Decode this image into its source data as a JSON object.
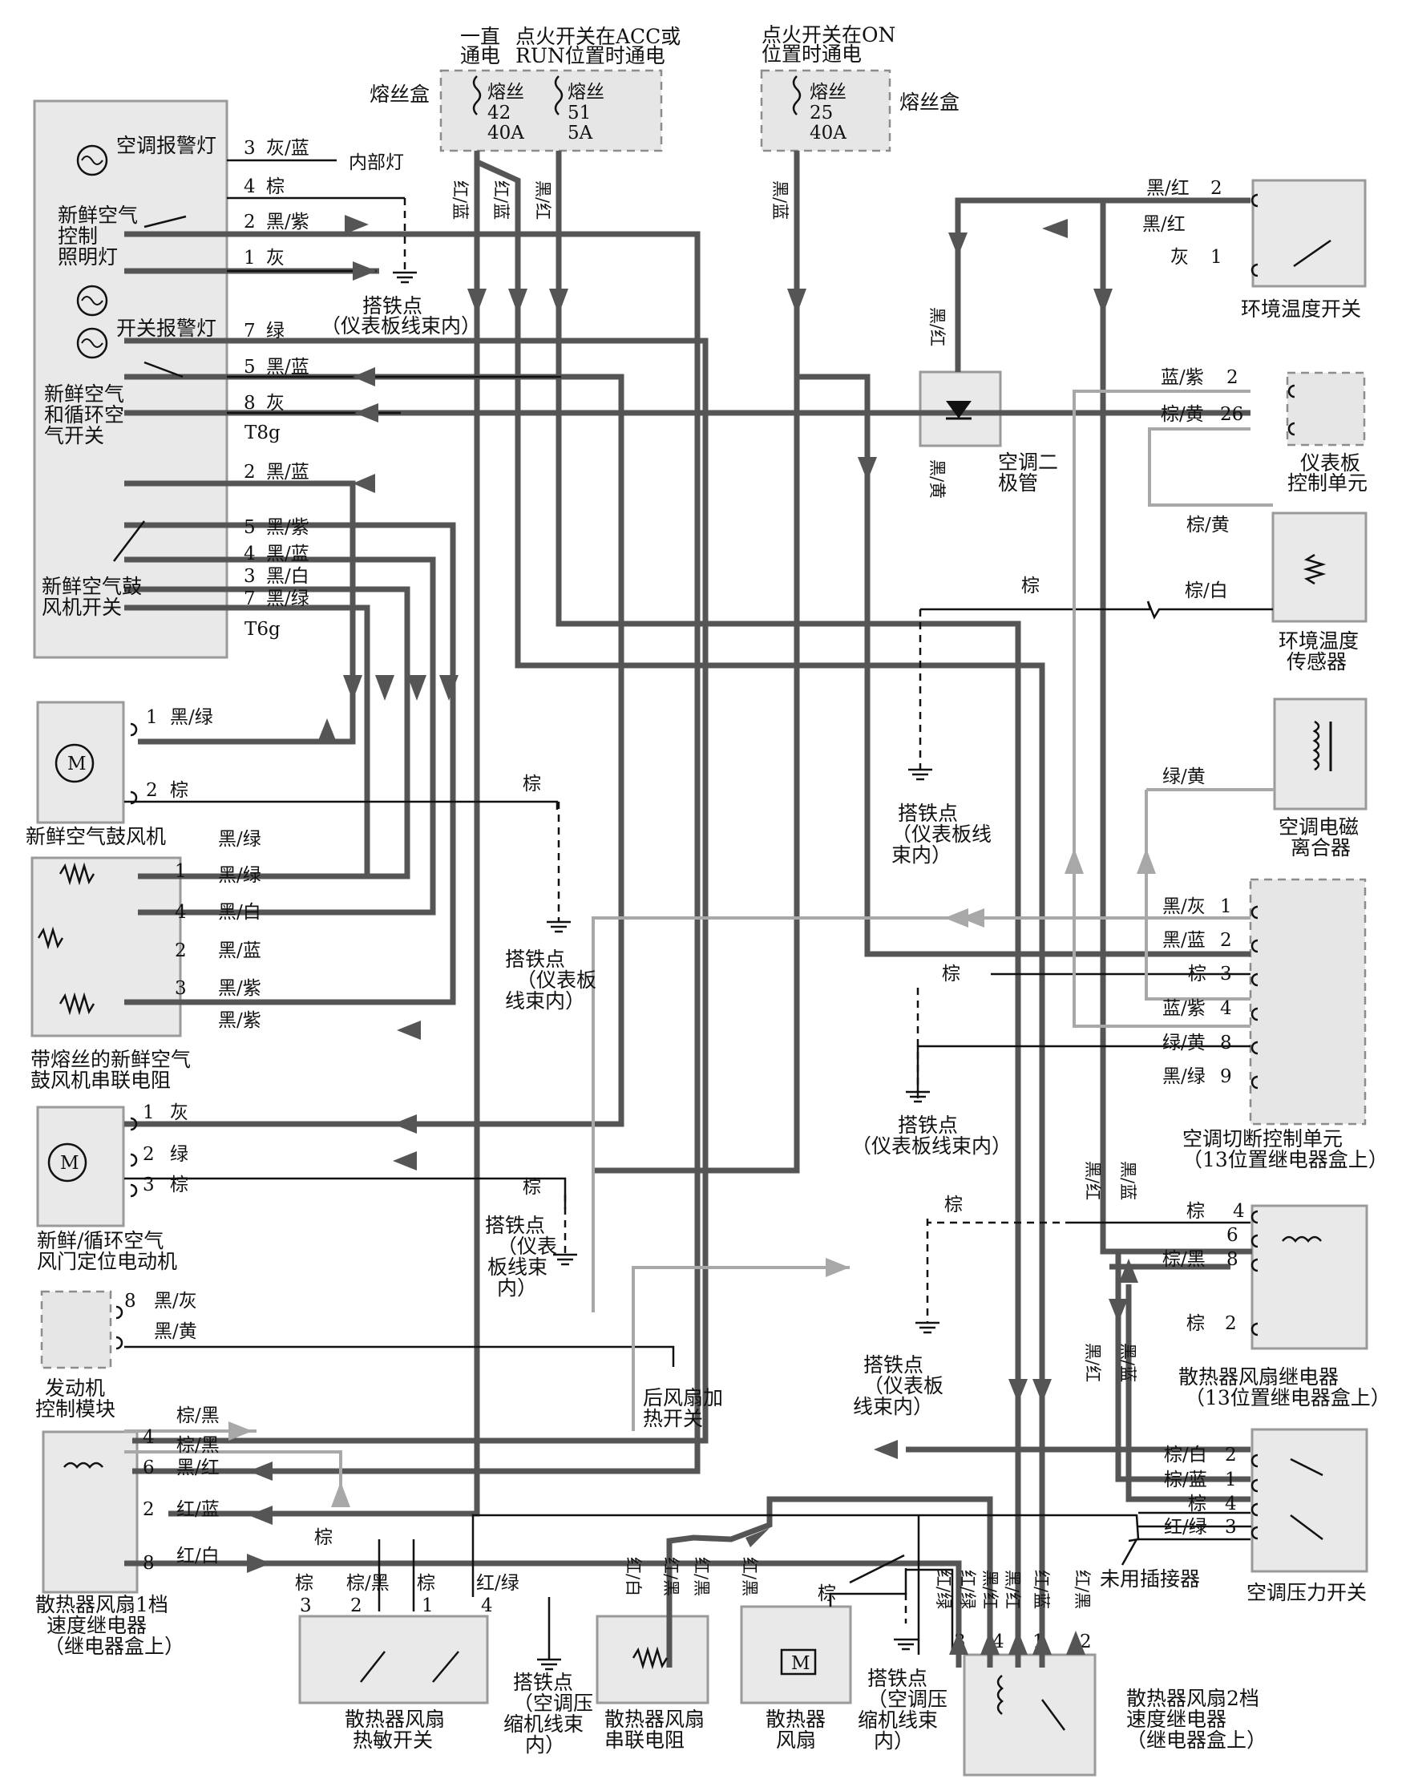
{
  "power": {
    "always_label_1": "一直",
    "always_label_2": "通电",
    "acc_label_1": "点火开关在ACC或",
    "acc_label_2": "RUN位置时通电",
    "on_label_1": "点火开关在ON",
    "on_label_2": "位置时通电",
    "fusebox_left": "熔丝盒",
    "fusebox_right": "熔丝盒",
    "fuses": [
      {
        "name": "熔丝",
        "number": "42",
        "rating": "40A"
      },
      {
        "name": "熔丝",
        "number": "51",
        "rating": "5A"
      },
      {
        "name": "熔丝",
        "number": "25",
        "rating": "40A"
      }
    ],
    "wire_labels": [
      "红/蓝",
      "红/蓝",
      "黑/红",
      "黑/蓝"
    ]
  },
  "switch_panel": {
    "items": [
      "空调报警灯",
      "新鲜空气",
      "控制",
      "照明灯",
      "开关报警灯",
      "新鲜空气和循环空气开关",
      "新鲜空气鼓风机开关"
    ],
    "fresh_air_recirc_1": "新鲜空气",
    "fresh_air_recirc_2": "和循环空",
    "fresh_air_recirc_3": "气开关",
    "blower_switch_1": "新鲜空气鼓",
    "blower_switch_2": "风机开关",
    "connector_t8g": "T8g",
    "connector_t6g": "T6g",
    "pins": [
      {
        "pin": "3",
        "color": "灰/蓝",
        "target": "内部灯"
      },
      {
        "pin": "4",
        "color": "棕"
      },
      {
        "pin": "2",
        "color": "黑/紫"
      },
      {
        "pin": "1",
        "color": "灰"
      },
      {
        "pin": "7",
        "color": "绿"
      },
      {
        "pin": "5",
        "color": "黑/蓝"
      },
      {
        "pin": "8",
        "color": "灰"
      },
      {
        "pin": "2",
        "color": "黑/蓝"
      },
      {
        "pin": "5",
        "color": "黑/紫"
      },
      {
        "pin": "4",
        "color": "黑/蓝"
      },
      {
        "pin": "3",
        "color": "黑/白"
      },
      {
        "pin": "7",
        "color": "黑/绿"
      }
    ]
  },
  "grounds": {
    "g1_1": "搭铁点",
    "g1_2": "（仪表板线束内）",
    "g2_1": "搭铁点",
    "g2_2": "（仪表板线",
    "g2_3": "束内）",
    "g3_1": "搭铁点",
    "g3_2": "（仪表板",
    "g3_3": "线束内）",
    "g4_1": "搭铁点",
    "g4_2": "（仪表板线束内）",
    "g5_1": "搭铁点",
    "g5_2": "（仪表",
    "g5_3": "板线束",
    "g5_4": "内）",
    "g6_1": "搭铁点",
    "g6_2": "（仪表板",
    "g6_3": "线束内）",
    "g7_1": "搭铁点",
    "g7_2": "（空调压",
    "g7_3": "缩机线束",
    "g7_4": "内）",
    "g8_1": "搭铁点",
    "g8_2": "（空调压",
    "g8_3": "缩机线束",
    "g8_4": "内）",
    "brown": "棕"
  },
  "blower_motor": {
    "label": "新鲜空气鼓风机",
    "pins": [
      {
        "pin": "1",
        "color": "黑/绿"
      },
      {
        "pin": "2",
        "color": "棕"
      }
    ]
  },
  "resistor": {
    "label_1": "带熔丝的新鲜空气",
    "label_2": "鼓风机串联电阻",
    "pins": [
      {
        "pin": "1",
        "color": "黑/绿"
      },
      {
        "pin": "",
        "color": "黑/绿"
      },
      {
        "pin": "4",
        "color": "黑/白"
      },
      {
        "pin": "2",
        "color": "黑/蓝"
      },
      {
        "pin": "3",
        "color": "黑/紫"
      },
      {
        "pin": "",
        "color": "黑/紫"
      }
    ]
  },
  "door_motor": {
    "label_1": "新鲜/循环空气",
    "label_2": "风门定位电动机",
    "pins": [
      {
        "pin": "1",
        "color": "灰"
      },
      {
        "pin": "2",
        "color": "绿"
      },
      {
        "pin": "3",
        "color": "棕"
      }
    ]
  },
  "ecm": {
    "label_1": "发动机",
    "label_2": "控制模块",
    "pins": [
      {
        "pin": "8",
        "color": "黑/灰"
      },
      {
        "pin": "",
        "color": "黑/黄"
      }
    ]
  },
  "rear_defrost": {
    "label_1": "后风扇加",
    "label_2": "热开关"
  },
  "fan_relay_1": {
    "label_1": "散热器风扇1档",
    "label_2": "速度继电器",
    "label_3": "（继电器盒上）",
    "pins": [
      {
        "pin": "4",
        "color": "棕/黑"
      },
      {
        "pin": "",
        "color": "棕/黑"
      },
      {
        "pin": "6",
        "color": "黑/红"
      },
      {
        "pin": "2",
        "color": "红/蓝"
      },
      {
        "pin": "8",
        "color": "红/白"
      }
    ]
  },
  "thermo_switch": {
    "label_1": "散热器风扇",
    "label_2": "热敏开关",
    "pins": [
      {
        "pin": "3",
        "color": "棕"
      },
      {
        "pin": "2",
        "color": "棕/黑"
      },
      {
        "pin": "1",
        "color": "棕"
      },
      {
        "pin": "4",
        "color": "红/绿"
      }
    ],
    "side_label": "棕"
  },
  "fan_resistor": {
    "label_1": "散热器风扇",
    "label_2": "串联电阻",
    "wires": [
      "红/白",
      "红/黑",
      "红/黑"
    ]
  },
  "fan_motor": {
    "label_1": "散热器",
    "label_2": "风扇",
    "wires": [
      "红/黑",
      "棕"
    ]
  },
  "fan_relay_2": {
    "label_1": "散热器风扇2档",
    "label_2": "速度继电器",
    "label_3": "（继电器盒上）",
    "pins": [
      "3",
      "4",
      "1",
      "2"
    ],
    "wires": [
      "红/绿",
      "红/绿",
      "黑/红",
      "黑/红",
      "红/蓝",
      "红/黑"
    ]
  },
  "ac_diode": {
    "label_1": "空调二",
    "label_2": "极管",
    "wires": [
      "黑/红",
      "黑/黄"
    ]
  },
  "ambient_switch": {
    "label": "环境温度开关",
    "pins": [
      {
        "pin": "2",
        "color": "黑/红"
      },
      {
        "pin": "",
        "color": "黑/红"
      },
      {
        "pin": "1",
        "color": "灰"
      }
    ]
  },
  "instrument_unit": {
    "label_1": "仪表板",
    "label_2": "控制单元",
    "pins": [
      {
        "pin": "2",
        "color": "蓝/紫"
      },
      {
        "pin": "26",
        "color": "棕/黄"
      }
    ]
  },
  "ambient_sensor": {
    "label_1": "环境温度",
    "label_2": "传感器",
    "wires": [
      "棕/黄",
      "棕",
      "棕/白"
    ]
  },
  "clutch": {
    "label_1": "空调电磁",
    "label_2": "离合器",
    "wire": "绿/黄"
  },
  "ac_cutoff": {
    "label_1": "空调切断控制单元",
    "label_2": "（13位置继电器盒上）",
    "pins": [
      {
        "pin": "1",
        "color": "黑/灰"
      },
      {
        "pin": "2",
        "color": "黑/蓝"
      },
      {
        "pin": "3",
        "color": "棕"
      },
      {
        "pin": "4",
        "color": "蓝/紫"
      },
      {
        "pin": "8",
        "color": "绿/黄"
      },
      {
        "pin": "9",
        "color": "黑/绿"
      }
    ],
    "extra_brown": "棕",
    "vertical_wires": [
      "黑/红",
      "黑/蓝"
    ]
  },
  "rad_relay": {
    "label_1": "散热器风扇继电器",
    "label_2": "（13位置继电器盒上）",
    "pins": [
      {
        "pin": "4",
        "color": "棕"
      },
      {
        "pin": "6",
        "color": ""
      },
      {
        "pin": "8",
        "color": "棕/黑"
      },
      {
        "pin": "2",
        "color": "棕"
      }
    ],
    "vertical_wires": [
      "黑/红",
      "黑/蓝"
    ],
    "brown_left": "棕"
  },
  "pressure_switch": {
    "label": "空调压力开关",
    "pins": [
      {
        "pin": "2",
        "color": "棕/白"
      },
      {
        "pin": "1",
        "color": "棕/蓝"
      },
      {
        "pin": "4",
        "color": "棕"
      },
      {
        "pin": "3",
        "color": "红/绿"
      }
    ]
  },
  "unused_connector": "未用插接器"
}
